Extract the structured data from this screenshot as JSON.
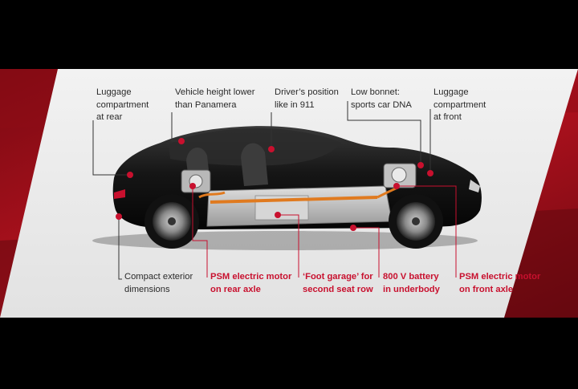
{
  "colors": {
    "accent_red": "#c8102e",
    "panel_light": "#ececec",
    "background": "#000000",
    "label_dark": "#2a2a2a"
  },
  "labels": {
    "luggage_rear": "Luggage\ncompartment\nat rear",
    "vehicle_height": "Vehicle height lower\nthan Panamera",
    "drivers_position": "Driver’s position\nlike in 911",
    "low_bonnet": "Low bonnet:\nsports car DNA",
    "luggage_front": "Luggage\ncompartment\nat front",
    "compact_exterior": "Compact exterior\ndimensions",
    "psm_rear": "PSM electric motor\non rear axle",
    "foot_garage": "‘Foot garage’ for\nsecond seat row",
    "battery": "800 V battery\nin underbody",
    "psm_front": "PSM electric motor\non front axle"
  }
}
